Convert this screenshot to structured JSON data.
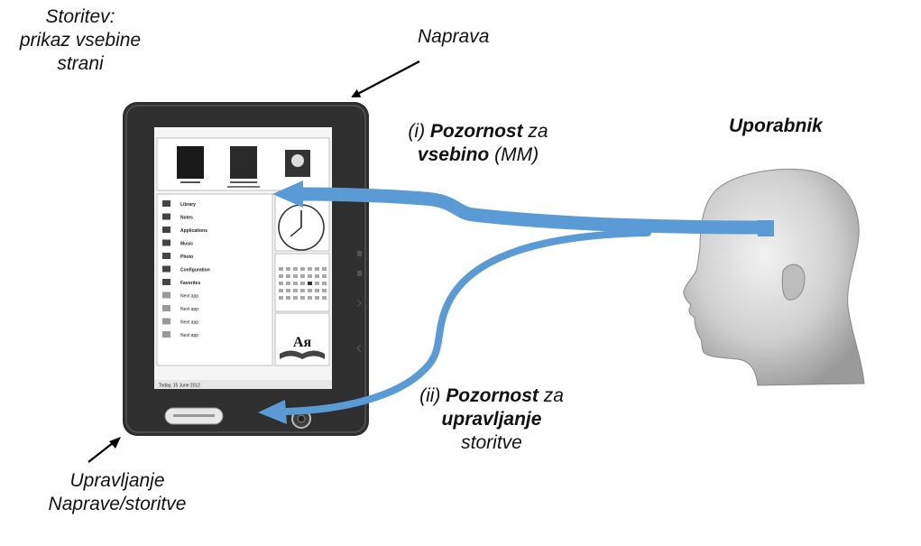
{
  "labels": {
    "service": [
      "Storitev:",
      "prikaz vsebine",
      "strani"
    ],
    "device": "Naprava",
    "user": "Uporabnik",
    "control": [
      "Upravljanje",
      "Naprave/storitve"
    ],
    "attention_content": {
      "prefix": "(i) ",
      "bold1": "Pozornost",
      "mid": " za",
      "bold2": "vsebino",
      "suffix": " (MM)"
    },
    "attention_control": {
      "prefix": "(ii) ",
      "bold1": "Pozornost",
      "mid": " za",
      "bold2": "upravljanje",
      "line3": "storitve"
    }
  },
  "device_screen": {
    "menu": [
      "Library",
      "Notes",
      "Applications",
      "Music",
      "Photo",
      "Configuration",
      "Favorites",
      "Next app",
      "Next app",
      "Next app",
      "Next app"
    ],
    "status": "Today, 15 June 2012",
    "dict_glyph": "Ая"
  },
  "colors": {
    "arrow": "#5b9bd5",
    "bezel": "#2f2f2f"
  }
}
